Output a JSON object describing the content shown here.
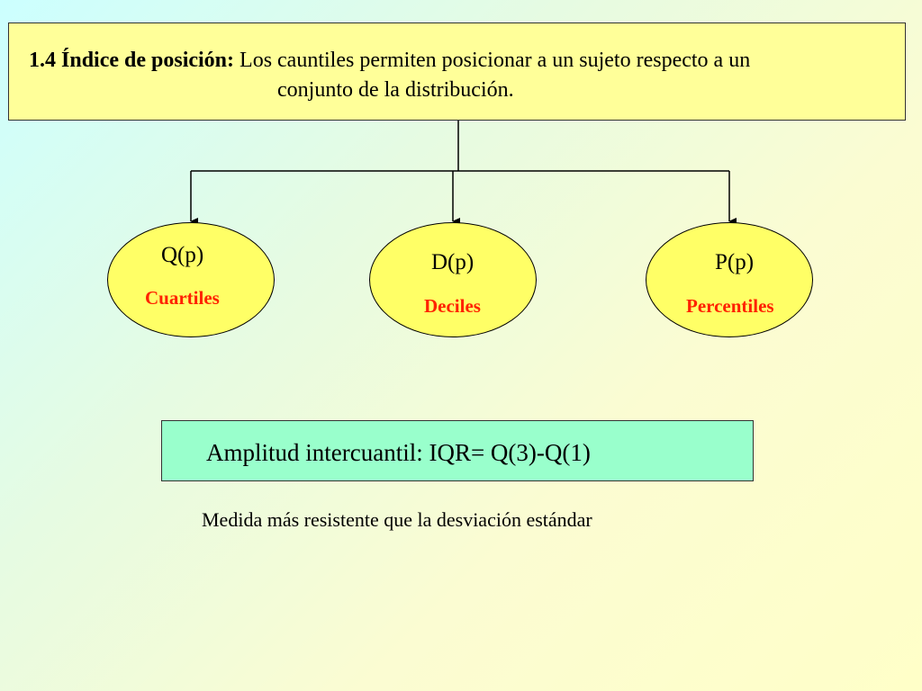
{
  "header": {
    "title_bold": "1.4 Índice de posición:",
    "title_text": "Los cauntiles permiten posicionar a un sujeto respecto a un",
    "title_text_line2": "conjunto de la distribución."
  },
  "nodes": [
    {
      "symbol": "Q(p)",
      "label": "Cuartiles"
    },
    {
      "symbol": "D(p)",
      "label": "Deciles"
    },
    {
      "symbol": "P(p)",
      "label": "Percentiles"
    }
  ],
  "iqr": {
    "text": "Amplitud intercuantil: IQR= Q(3)-Q(1)"
  },
  "note": {
    "text": "Medida más resistente que la desviación estándar"
  },
  "colors": {
    "title_fill": "#ffff99",
    "node_fill": "#ffff66",
    "node_label": "#ff2200",
    "iqr_fill": "#99ffcc"
  }
}
